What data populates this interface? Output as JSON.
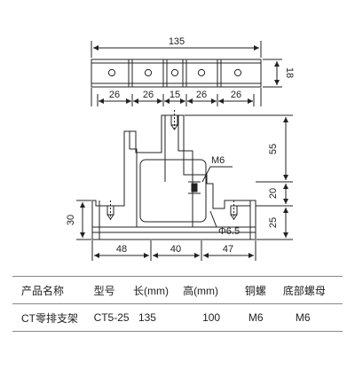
{
  "drawing": {
    "top_view": {
      "overall_length": "135",
      "height": "18",
      "segments": [
        "26",
        "26",
        "15",
        "26",
        "26"
      ]
    },
    "front_view": {
      "left_height": "30",
      "right_heights": [
        "55",
        "20",
        "25"
      ],
      "bottom_widths": [
        "48",
        "40",
        "47"
      ],
      "thread_label": "M6",
      "hole_label": "Φ6.5"
    }
  },
  "table": {
    "headers": [
      "产品名称",
      "型号",
      "长(mm)",
      "高(mm)",
      "铜螺",
      "底部螺母"
    ],
    "rows": [
      [
        "CT零排支架",
        "CT5-25",
        "135",
        "100",
        "M6",
        "M6"
      ]
    ]
  }
}
